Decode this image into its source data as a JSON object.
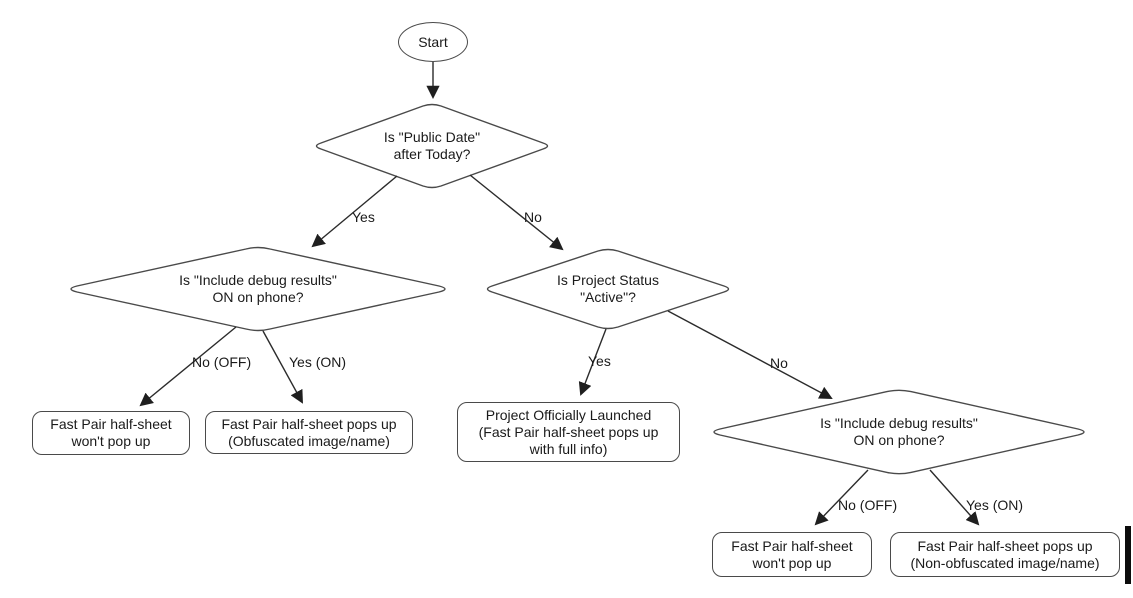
{
  "diagram": {
    "type": "flowchart",
    "nodes": {
      "start": {
        "label": "Start",
        "shape": "terminator"
      },
      "decision_public_date": {
        "label": "Is \"Public Date\"\nafter Today?",
        "shape": "decision"
      },
      "decision_debug_left": {
        "label": "Is \"Include debug results\"\nON on phone?",
        "shape": "decision"
      },
      "decision_project_status": {
        "label": "Is Project Status\n\"Active\"?",
        "shape": "decision"
      },
      "decision_debug_right": {
        "label": "Is \"Include debug results\"\nON on phone?",
        "shape": "decision"
      },
      "result_no_popup_left": {
        "label": "Fast Pair half-sheet\nwon't pop up",
        "shape": "rounded-rect"
      },
      "result_obfuscated": {
        "label": "Fast Pair half-sheet pops up\n(Obfuscated image/name)",
        "shape": "rounded-rect"
      },
      "result_launched": {
        "label": "Project Officially Launched\n(Fast Pair half-sheet pops up\nwith full info)",
        "shape": "rounded-rect"
      },
      "result_no_popup_right": {
        "label": "Fast Pair half-sheet\nwon't pop up",
        "shape": "rounded-rect"
      },
      "result_non_obfuscated": {
        "label": "Fast Pair half-sheet pops up\n(Non-obfuscated image/name)",
        "shape": "rounded-rect"
      }
    },
    "edge_labels": {
      "public_date_yes": "Yes",
      "public_date_no": "No",
      "debug_left_no": "No (OFF)",
      "debug_left_yes": "Yes (ON)",
      "project_status_yes": "Yes",
      "project_status_no": "No",
      "debug_right_no": "No (OFF)",
      "debug_right_yes": "Yes (ON)"
    },
    "colors": {
      "background": "#ffffff",
      "shape_stroke": "#4a4a4a",
      "arrow": "#2b2b2b",
      "text": "#1a1a1a",
      "cursor_bar": "#0c0c0c"
    }
  }
}
